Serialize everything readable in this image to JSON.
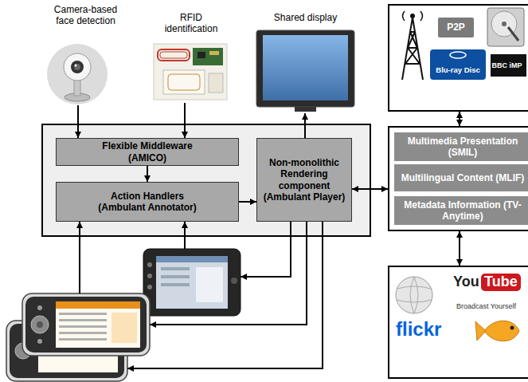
{
  "diagram": {
    "nodes": [
      {
        "text": [
          "Camera-based face detection"
        ]
      },
      {
        "text": [
          "RFID identification"
        ]
      },
      {
        "text": [
          "Shared display"
        ]
      },
      {
        "text": [
          "P2P",
          "Blu-ray Disc",
          "BBC iMP"
        ]
      },
      {
        "text": []
      },
      {
        "text": [
          "Flexible Middleware (AMICO)"
        ],
        "in": 4
      },
      {
        "text": [
          "Action Handlers (Ambulant Annotator)"
        ],
        "in": 4
      },
      {
        "text": [
          "Non-monolithic Rendering component (Ambulant Player)"
        ],
        "in": 4
      },
      {
        "text": []
      },
      {
        "text": [
          "Multimedia Presentation (SMIL)"
        ],
        "in": 8
      },
      {
        "text": [
          "Multilingual Content (MLIF)"
        ],
        "in": 8
      },
      {
        "text": [
          "Metadata Information (TV-Anytime)"
        ],
        "in": 8
      },
      {
        "text": [
          "You",
          "Tube",
          "Broadcast Yourself",
          "flickr"
        ]
      },
      {
        "text": []
      },
      {
        "text": []
      },
      {
        "text": []
      }
    ],
    "edges": [
      {
        "from": 0,
        "to": 5,
        "arrow": "to"
      },
      {
        "from": 1,
        "to": 5,
        "arrow": "to"
      },
      {
        "from": 5,
        "to": 6,
        "arrow": "to"
      },
      {
        "from": 6,
        "to": 7,
        "arrow": "to"
      },
      {
        "from": 7,
        "to": 2,
        "arrow": "to"
      },
      {
        "from": 7,
        "to": 8,
        "arrow": "both"
      },
      {
        "from": 3,
        "to": 8,
        "arrow": "both"
      },
      {
        "from": 8,
        "to": 12,
        "arrow": "both"
      },
      {
        "from": 13,
        "to": 6,
        "arrow": "to"
      },
      {
        "from": 7,
        "to": 13,
        "arrow": "to"
      },
      {
        "from": 7,
        "to": 14,
        "arrow": "to"
      },
      {
        "from": 7,
        "to": 15,
        "arrow": "to"
      },
      {
        "from": 14,
        "to": 6,
        "arrow": "to"
      }
    ]
  }
}
